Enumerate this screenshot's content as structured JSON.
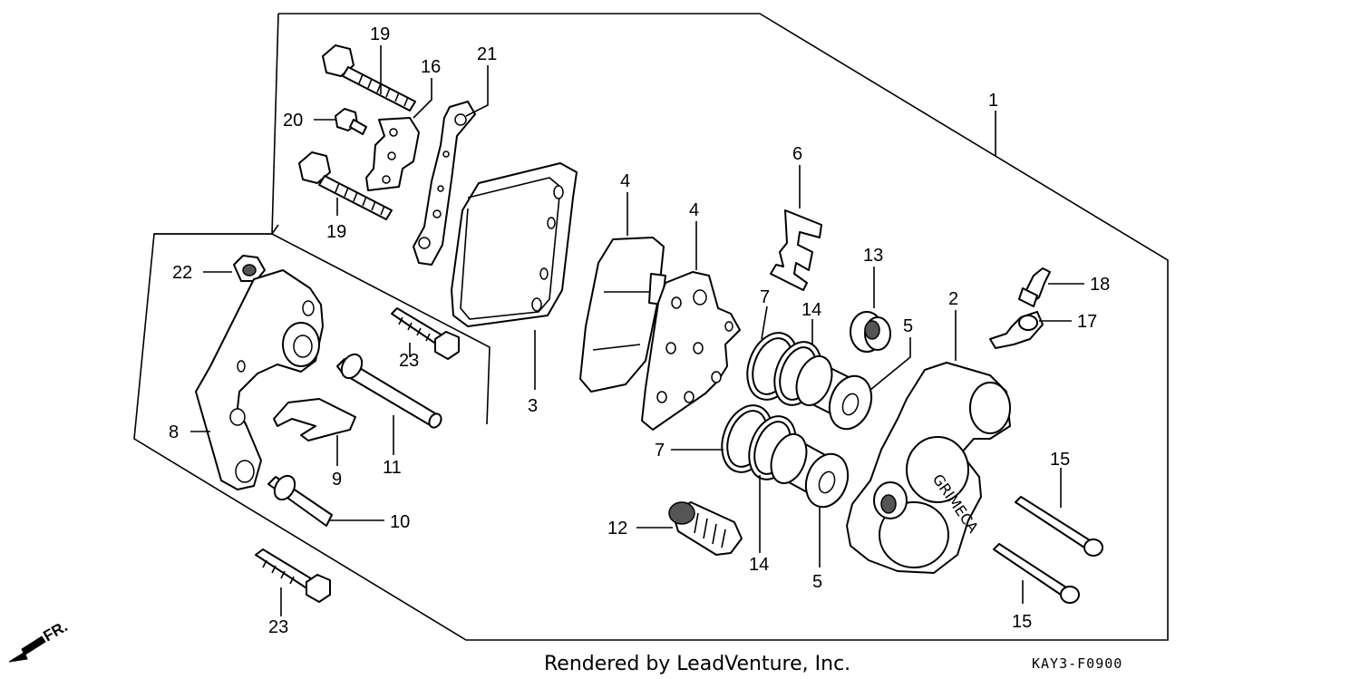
{
  "diagram": {
    "callouts": {
      "p1": "1",
      "p2": "2",
      "p3": "3",
      "p4a": "4",
      "p4b": "4",
      "p5a": "5",
      "p5b": "5",
      "p6": "6",
      "p7a": "7",
      "p7b": "7",
      "p8": "8",
      "p9": "9",
      "p10": "10",
      "p11": "11",
      "p12": "12",
      "p13": "13",
      "p14a": "14",
      "p14b": "14",
      "p15a": "15",
      "p15b": "15",
      "p16": "16",
      "p17": "17",
      "p18": "18",
      "p19a": "19",
      "p19b": "19",
      "p20": "20",
      "p21": "21",
      "p22": "22",
      "p23a": "23",
      "p23b": "23"
    },
    "caliper_brand_text": "GRIMECA",
    "direction_label": "FR.",
    "credit": "Rendered by LeadVenture, Inc.",
    "diagram_code": "KAY3-F0900"
  }
}
